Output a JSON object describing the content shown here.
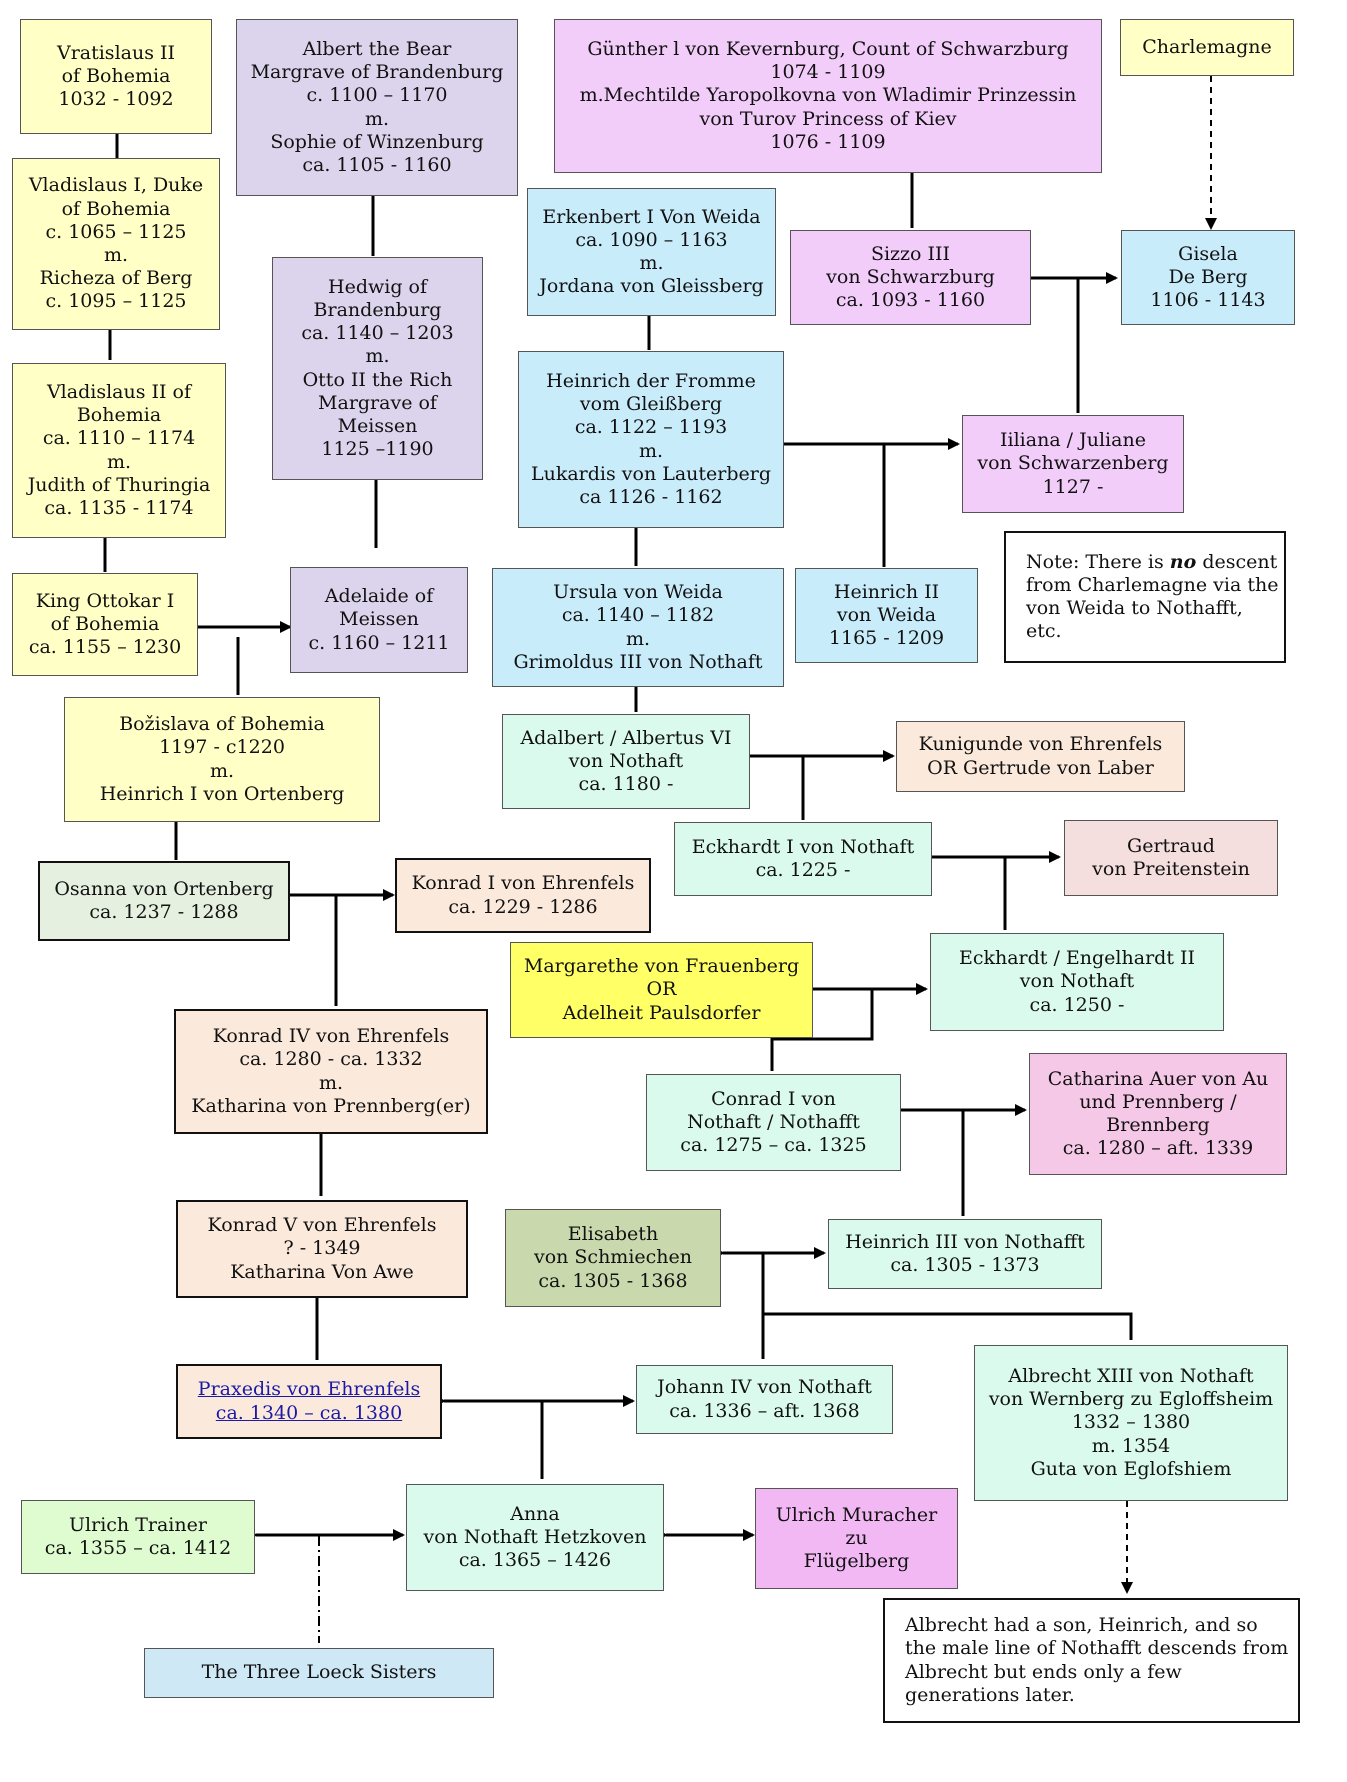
{
  "colors": {
    "yellow": "#ffffc6",
    "lavender": "#dcd3ec",
    "pink": "#f2cdf9",
    "cyan": "#c9ecfb",
    "mint": "#dbfaee",
    "peach": "#fbe9dc",
    "rose": "#f4dede",
    "green": "#e6f0e0",
    "bright_yellow": "#ffff66",
    "magenta": "#f4c8e6",
    "olive": "#c9d9ad",
    "light_green": "#dffbd0",
    "violet": "#f2b8f4",
    "sky": "#cfe8f6",
    "link": "#1a1aa6"
  },
  "people": {
    "vratislaus": [
      "Vratislaus II",
      "of Bohemia",
      "1032 - 1092"
    ],
    "albert_bear": [
      "Albert the Bear",
      "Margrave of Brandenburg",
      "c. 1100 – 1170",
      "m.",
      "Sophie of Winzenburg",
      "ca. 1105 - 1160"
    ],
    "gunther": [
      "Günther l von Kevernburg, Count of Schwarzburg",
      "1074 - 1109",
      "m.Mechtilde Yaropolkovna von Wladimir Prinzessin",
      "von Turov Princess of Kiev",
      "1076 - 1109"
    ],
    "charlemagne": [
      "Charlemagne"
    ],
    "vladislaus1": [
      "Vladislaus I, Duke",
      "of Bohemia",
      "c. 1065 – 1125",
      "m.",
      "Richeza of Berg",
      "c. 1095 – 1125"
    ],
    "erkenbert": [
      "Erkenbert I Von Weida",
      "ca. 1090 – 1163",
      "m.",
      "Jordana von Gleissberg"
    ],
    "sizzo": [
      "Sizzo III",
      "von Schwarzburg",
      "ca. 1093 - 1160"
    ],
    "gisela": [
      "Gisela",
      "De Berg",
      "1106 - 1143"
    ],
    "hedwig": [
      "Hedwig of",
      "Brandenburg",
      "ca. 1140 – 1203",
      "m.",
      "Otto II the Rich",
      "Margrave of",
      "Meissen",
      "1125 –1190"
    ],
    "vladislaus2": [
      "Vladislaus II of",
      "Bohemia",
      "ca. 1110 – 1174",
      "m.",
      "Judith of Thuringia",
      "ca. 1135 - 1174"
    ],
    "heinrich_fromme": [
      "Heinrich der Fromme",
      "vom Gleißberg",
      "ca. 1122 – 1193",
      "m.",
      "Lukardis von Lauterberg",
      "ca 1126 - 1162"
    ],
    "iiliana": [
      "Iiliana / Juliane",
      "von Schwarzenberg",
      "1127 -"
    ],
    "ottokar": [
      "King Ottokar I",
      "of Bohemia",
      "ca. 1155 – 1230"
    ],
    "adelaide": [
      "Adelaide of",
      "Meissen",
      "c. 1160 – 1211"
    ],
    "ursula": [
      "Ursula von Weida",
      "ca. 1140 – 1182",
      "m.",
      "Grimoldus III von Nothaft"
    ],
    "heinrich2_weida": [
      "Heinrich II",
      "von Weida",
      "1165 - 1209"
    ],
    "bozislava": [
      "Božislava of Bohemia",
      "1197 - c1220",
      "m.",
      "Heinrich I von Ortenberg"
    ],
    "adalbert": [
      "Adalbert / Albertus VI",
      "von Nothaft",
      "ca. 1180 -"
    ],
    "kunigunde": [
      "Kunigunde von Ehrenfels",
      "OR Gertrude von Laber"
    ],
    "eckhardt1": [
      "Eckhardt I von Nothaft",
      "ca. 1225 -"
    ],
    "gertraud": [
      "Gertraud",
      "von Preitenstein"
    ],
    "osanna": [
      "Osanna von Ortenberg",
      "ca. 1237 - 1288"
    ],
    "konrad1": [
      "Konrad I von Ehrenfels",
      "ca. 1229 - 1286"
    ],
    "margarethe": [
      "Margarethe von Frauenberg",
      "OR",
      "Adelheit Paulsdorfer"
    ],
    "eckhardt2": [
      "Eckhardt / Engelhardt II",
      "von Nothaft",
      "ca. 1250 -"
    ],
    "konrad4": [
      "Konrad IV von Ehrenfels",
      "ca. 1280 - ca. 1332",
      "m.",
      "Katharina von Prennberg(er)"
    ],
    "conrad1_nothaft": [
      "Conrad I von",
      "Nothaft / Nothafft",
      "ca. 1275 – ca. 1325"
    ],
    "catharina": [
      "Catharina Auer von Au",
      "und Prennberg /",
      "Brennberg",
      "ca. 1280 – aft. 1339"
    ],
    "konrad5": [
      "Konrad V von Ehrenfels",
      "? - 1349",
      "Katharina Von Awe"
    ],
    "elisabeth": [
      "Elisabeth",
      "von Schmiechen",
      "ca. 1305 - 1368"
    ],
    "heinrich3": [
      "Heinrich III von Nothafft",
      "ca. 1305 - 1373"
    ],
    "praxedis": [
      "Praxedis von Ehrenfels",
      "ca. 1340 – ca. 1380"
    ],
    "johann4": [
      "Johann IV von Nothaft",
      "ca. 1336 – aft. 1368"
    ],
    "albrecht13": [
      "Albrecht XIII von Nothaft",
      "von Wernberg zu Egloffsheim",
      "1332 – 1380",
      "m. 1354",
      "Guta von Eglofshiem"
    ],
    "ulrich_trainer": [
      "Ulrich Trainer",
      "ca. 1355 – ca. 1412"
    ],
    "anna": [
      "Anna",
      "von Nothaft Hetzkoven",
      "ca. 1365 – 1426"
    ],
    "ulrich_muracher": [
      "Ulrich Muracher",
      "zu",
      "Flügelberg"
    ],
    "three_loeck": [
      "The Three Loeck Sisters"
    ]
  },
  "notes": {
    "charlemagne_note_before": "Note: There is ",
    "charlemagne_note_emph": "no",
    "charlemagne_note_after": " descent from Charlemagne via the von Weida to Nothafft, etc.",
    "albrecht_note": "Albrecht had a son, Heinrich, and so the male line of Nothafft descends from Albrecht but ends only a few generations later."
  }
}
